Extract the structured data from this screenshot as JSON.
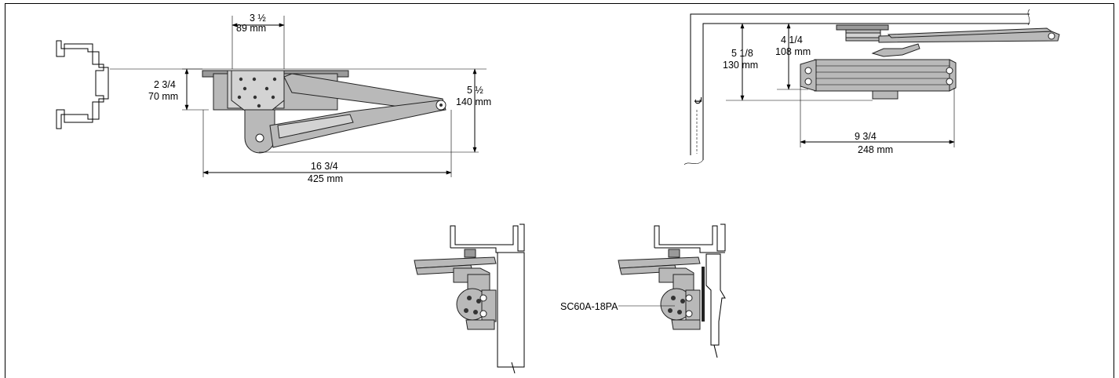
{
  "drawing": {
    "top_left": {
      "dim_top": [
        "3 ½",
        "89 mm"
      ],
      "dim_left": [
        "2 3/4",
        "70 mm"
      ],
      "dim_right": [
        "5 ½",
        "140 mm"
      ],
      "dim_bottom": [
        "16 3/4",
        "425 mm"
      ]
    },
    "top_right": {
      "centerline_symbol": "℄",
      "dim_outer": [
        "5 1/8",
        "130 mm"
      ],
      "dim_inner": [
        "4 1/4",
        "108 mm"
      ],
      "dim_body": [
        "9 3/4",
        "248 mm"
      ]
    },
    "bottom": {
      "callout": "SC60A-18PA"
    }
  }
}
